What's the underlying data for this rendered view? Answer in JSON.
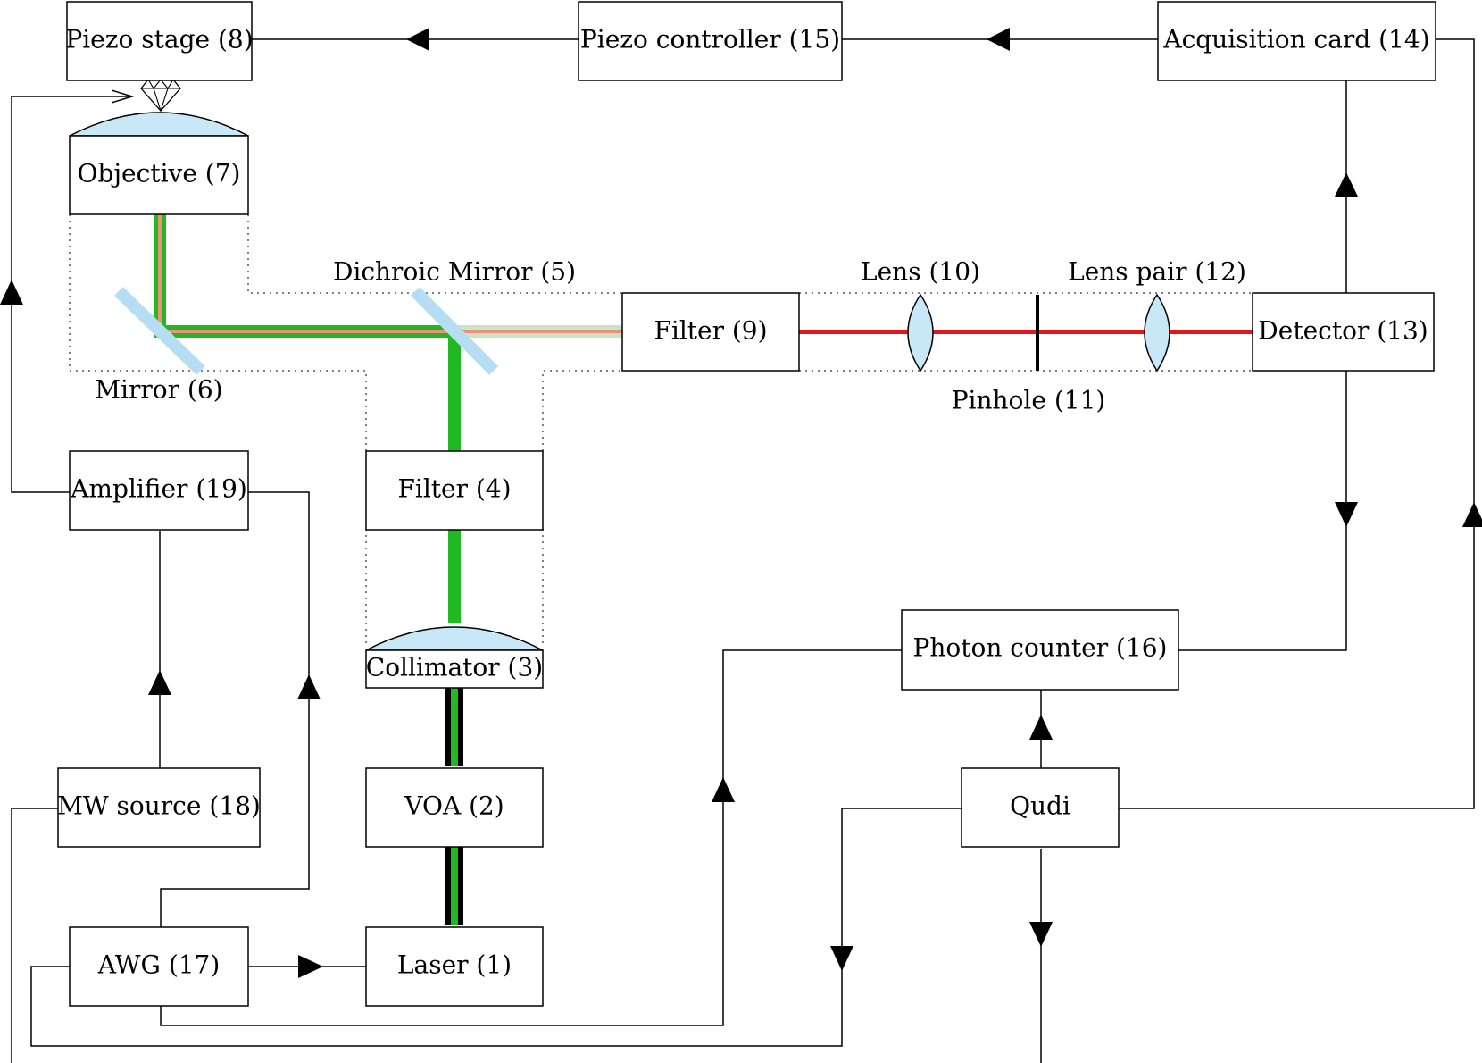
{
  "colors": {
    "green_beam": "#22b822",
    "red_beam": "#e8141a",
    "salmon_beam": "#f0907a",
    "pale_beam": "#c6e6c6",
    "glass": "#c8e8f8",
    "mirror": "#b6def2"
  },
  "components": {
    "piezo_stage": "Piezo stage (8)",
    "piezo_controller": "Piezo controller (15)",
    "acquisition_card": "Acquisition card (14)",
    "objective": "Objective (7)",
    "filter9": "Filter (9)",
    "detector": "Detector (13)",
    "amplifier": "Amplifier (19)",
    "filter4": "Filter (4)",
    "collimator": "Collimator (3)",
    "photon_counter": "Photon counter (16)",
    "mw_source": "MW source (18)",
    "voa": "VOA (2)",
    "qudi": "Qudi",
    "awg": "AWG (17)",
    "laser": "Laser (1)"
  },
  "labels": {
    "dichroic_mirror": "Dichroic Mirror (5)",
    "mirror": "Mirror (6)",
    "lens10": "Lens (10)",
    "lens_pair": "Lens pair (12)",
    "pinhole": "Pinhole (11)"
  },
  "icons": {
    "sample": "diamond-icon"
  }
}
